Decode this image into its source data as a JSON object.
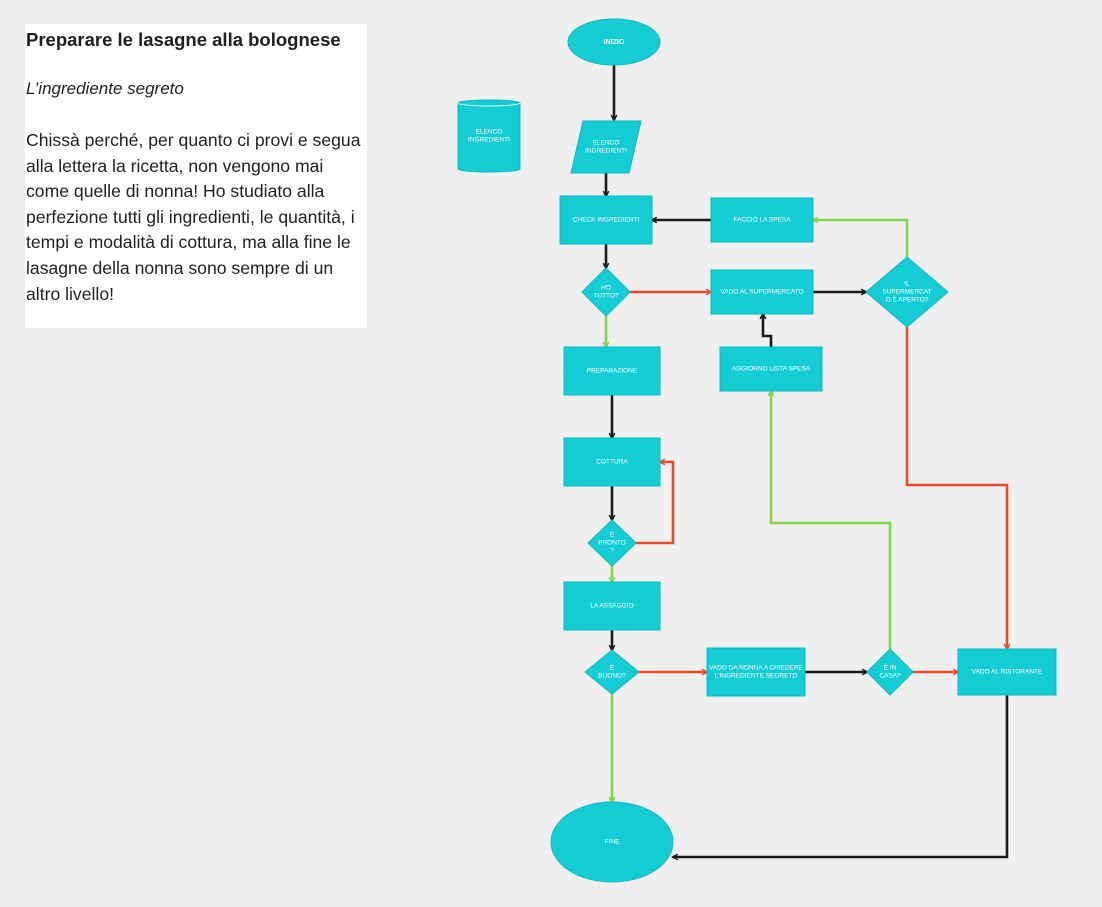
{
  "note": {
    "title": "Preparare le lasagne alla bolognese",
    "subtitle": "L’ingrediente segreto",
    "body": "Chissà perché, per quanto ci provi e segua alla lettera la ricetta, non vengono mai come quelle di nonna! Ho studiato alla perfezione tutti gli ingredienti, le quantità, i tempi e modalità di cottura, ma alla fine le lasagne della nonna sono sempre di un altro livello!"
  },
  "colors": {
    "shape": "#14cdd4",
    "arrow_default": "#1a1a1a",
    "arrow_yes": "#82d44a",
    "arrow_no": "#ec4a2c",
    "background": "#efefef"
  },
  "nodes": {
    "start": [
      "INIZIO"
    ],
    "db_ingredients": [
      "ELENCO",
      "INGREDIENTI"
    ],
    "input_ingredients": [
      "ELENCO",
      "INGREDIENTI"
    ],
    "check": [
      "CHECK INGREDIENTI"
    ],
    "shopping": [
      "FACCIO LA SPESA"
    ],
    "have_all": [
      "HO",
      "TUTTO?"
    ],
    "go_supermarket": [
      "VADO AL SUPERMERCATO"
    ],
    "supermarket_open": [
      "IL",
      "SUPERMERCAT",
      "O È APERTO?"
    ],
    "prep": [
      "PREPARAZIONE"
    ],
    "update_list": [
      "AGGIORNO LISTA SPESA"
    ],
    "cooking": [
      "COTTURA"
    ],
    "ready": [
      "È",
      "PRONTO",
      "?"
    ],
    "taste": [
      "LA ASSAGGIO"
    ],
    "good": [
      "È",
      "BUONO?"
    ],
    "grandma": [
      "VADO DA NONNA A CHIEDERE",
      "L'INGREDIENTE SEGRETO"
    ],
    "at_home": [
      "È IN",
      "CASA?"
    ],
    "restaurant": [
      "VADO AL RISTORANTE"
    ],
    "end": [
      "FINE"
    ]
  }
}
